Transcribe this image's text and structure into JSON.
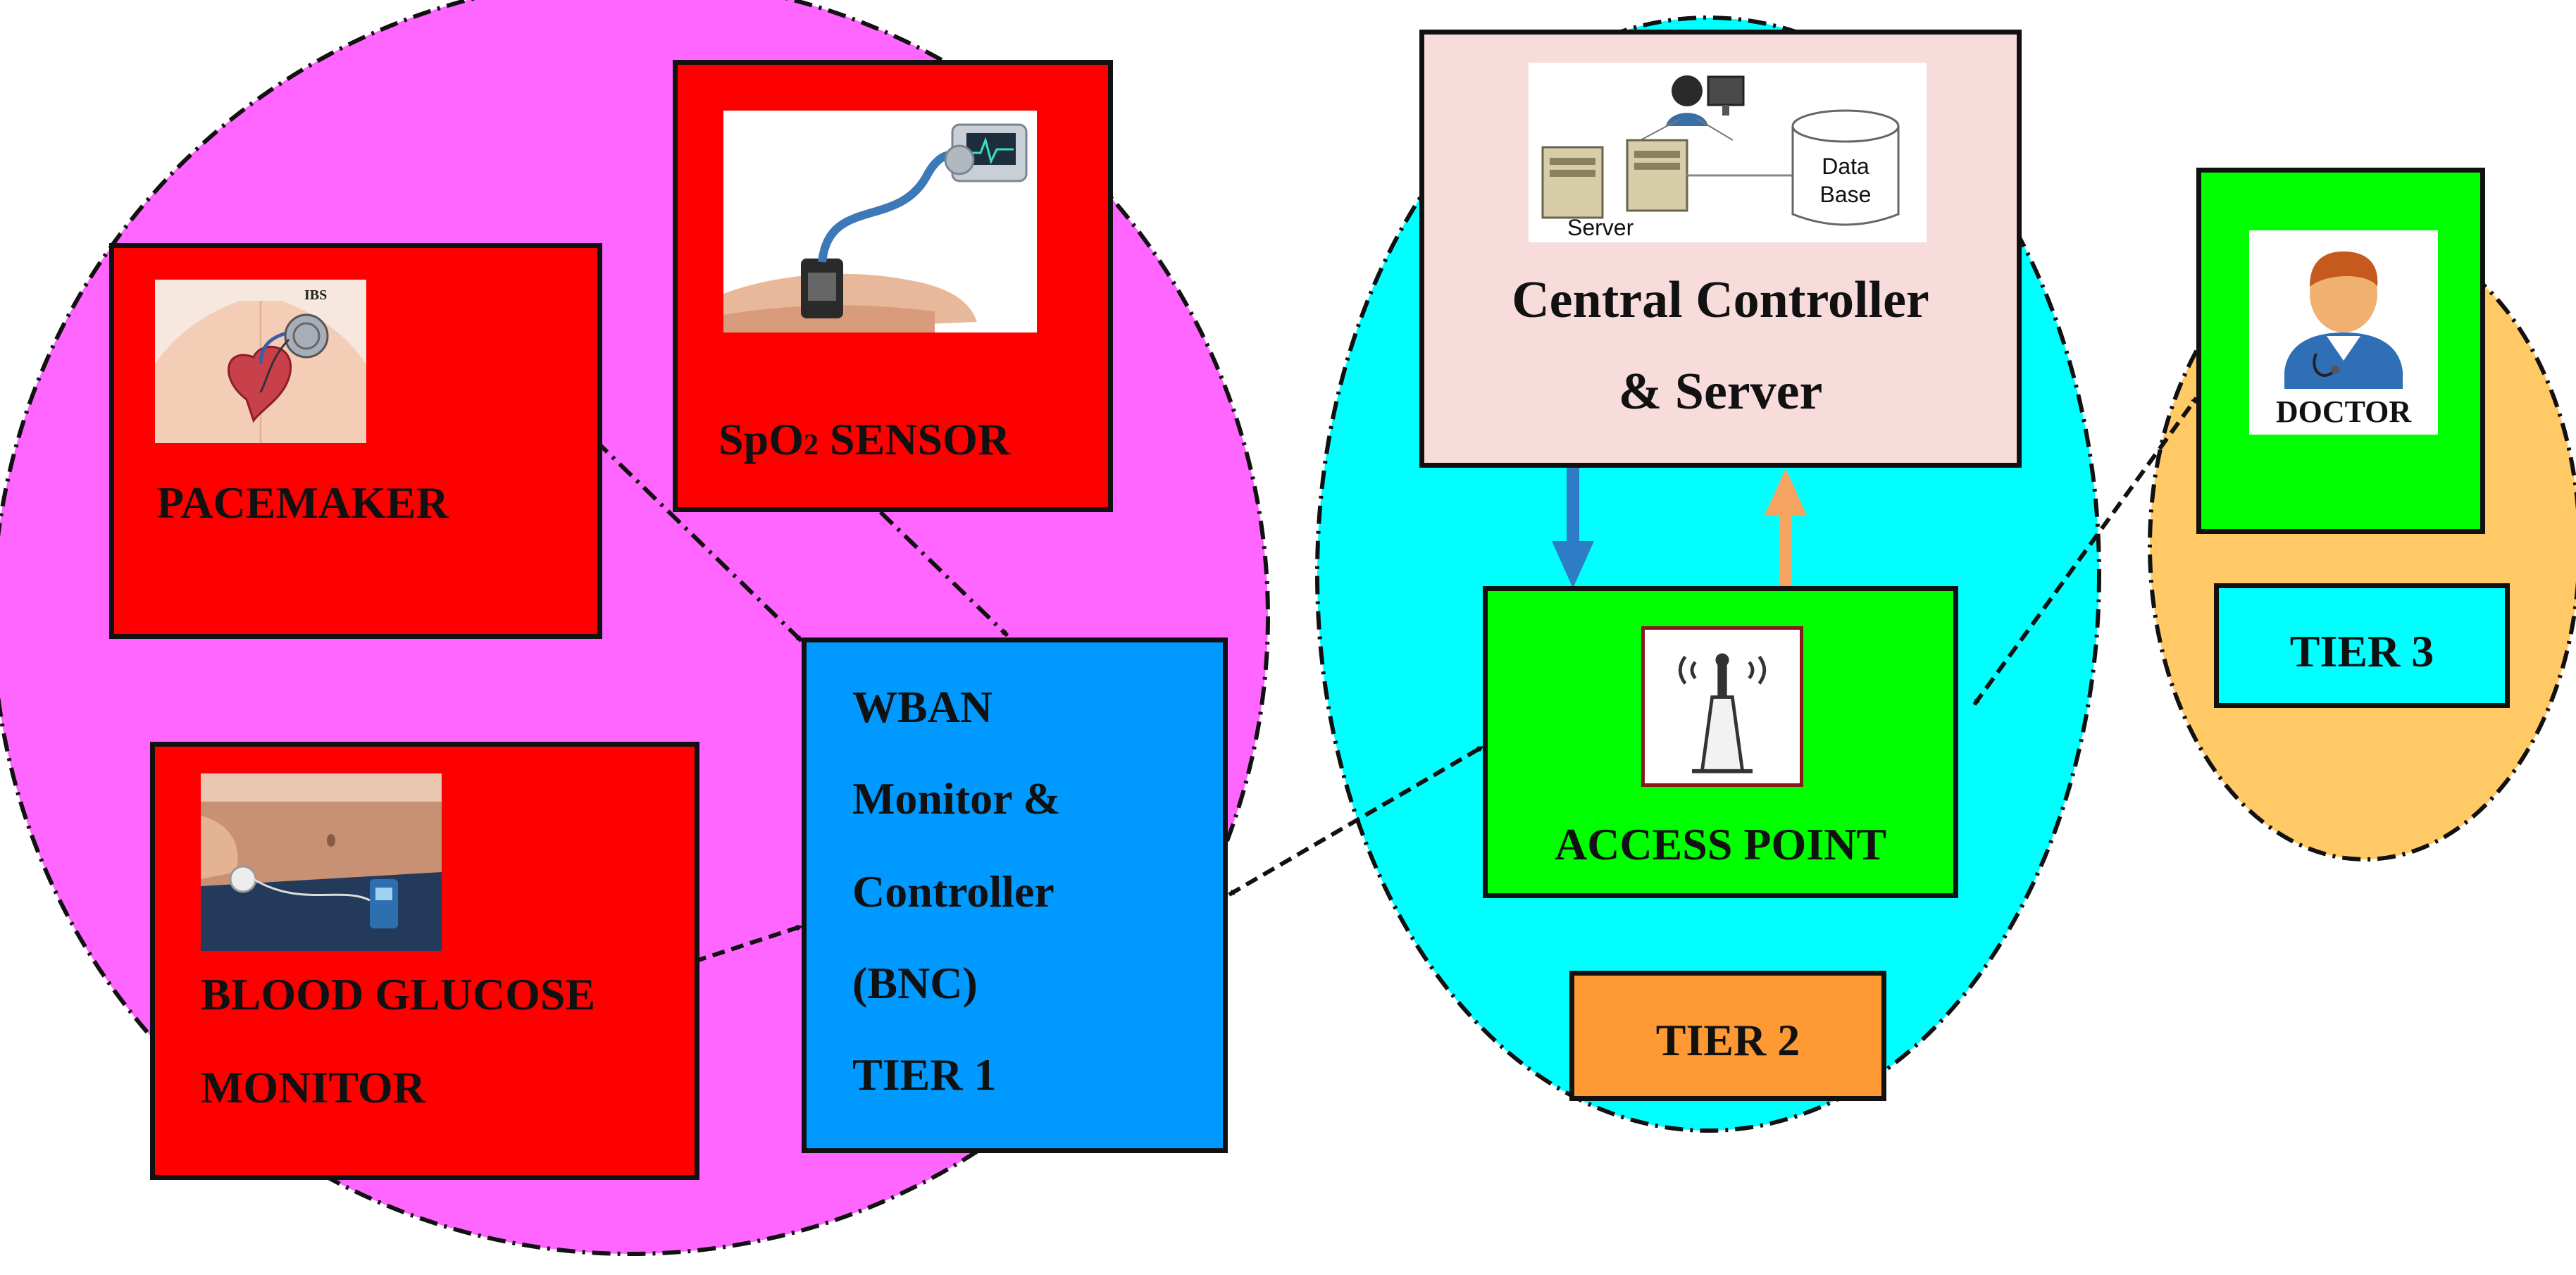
{
  "colors": {
    "tier1_zone": "#FF66FF",
    "tier2_zone": "#00FFFF",
    "tier3_zone": "#FFC966",
    "sensor_box": "#FF0000",
    "bnc_box": "#0099FF",
    "access_point_box": "#00FF00",
    "doctor_box": "#00FF00",
    "server_box": "#F8DCDC",
    "tier2_tag": "#FF9933",
    "tier3_tag": "#00FFFF",
    "down_arrow": "#2E7BC6",
    "up_arrow": "#F4A460",
    "outline": "#111111"
  },
  "nodes": {
    "pacemaker": {
      "label": "PACEMAKER",
      "icon": "heart-pacemaker-image",
      "image_text": "IBS"
    },
    "spo2": {
      "label_prefix": "SpO",
      "label_sub": "2",
      "label_suffix": " SENSOR",
      "icon": "wrist-pulse-oximeter-image"
    },
    "glucose": {
      "line1": "BLOOD GLUCOSE",
      "line2": "MONITOR",
      "icon": "insulin-pump-image"
    },
    "bnc": {
      "lines": [
        "WBAN",
        "Monitor &",
        "Controller",
        "(BNC)",
        "TIER 1"
      ]
    },
    "server": {
      "line1": "Central Controller",
      "line2": "& Server",
      "server_caption": "Server",
      "db_line1": "Data",
      "db_line2": "Base",
      "icon": "server-database-image"
    },
    "access_point": {
      "label": "ACCESS POINT",
      "icon": "antenna-tower-image"
    },
    "doctor": {
      "label": "DOCTOR",
      "icon": "doctor-avatar-image"
    }
  },
  "tiers": {
    "tier2": "TIER 2",
    "tier3": "TIER 3"
  }
}
